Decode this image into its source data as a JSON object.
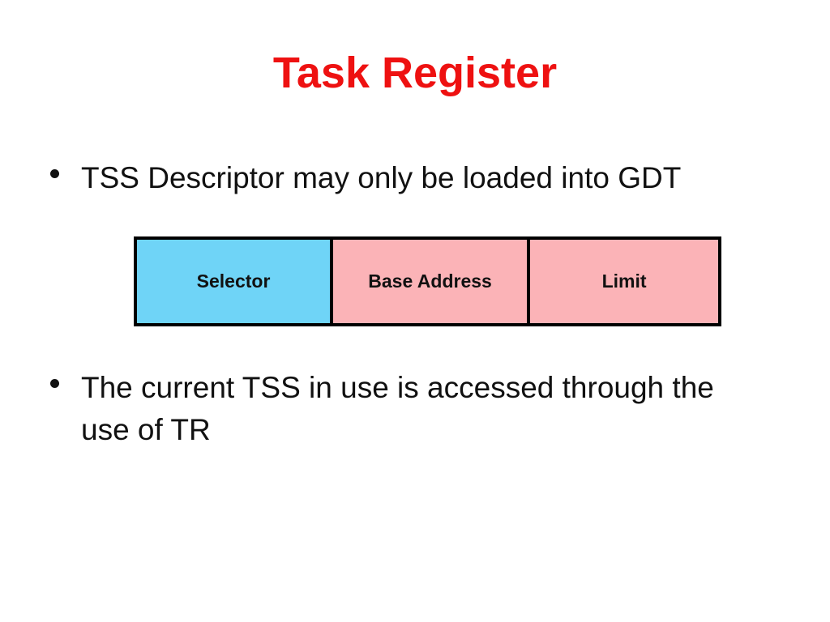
{
  "slide": {
    "title": {
      "text": "Task Register",
      "color": "#ee1111"
    },
    "bullets": [
      {
        "lines": [
          "TSS Descriptor may only be loaded into GDT"
        ]
      },
      {
        "lines": [
          "The current TSS in use is accessed through the",
          "use of TR"
        ]
      }
    ],
    "diagram": {
      "description": "Task Register structure diagram",
      "cells": [
        {
          "label": "Selector",
          "color": "#6fd4f7"
        },
        {
          "label": "Base Address",
          "color": "#fbb3b7"
        },
        {
          "label": "Limit",
          "color": "#fbb3b7"
        }
      ],
      "border_color": "#000000"
    }
  },
  "colors": {
    "title-color": "#ee1111",
    "diagram-border": "#000000",
    "background": "#ffffff",
    "body-text": "#111111"
  }
}
